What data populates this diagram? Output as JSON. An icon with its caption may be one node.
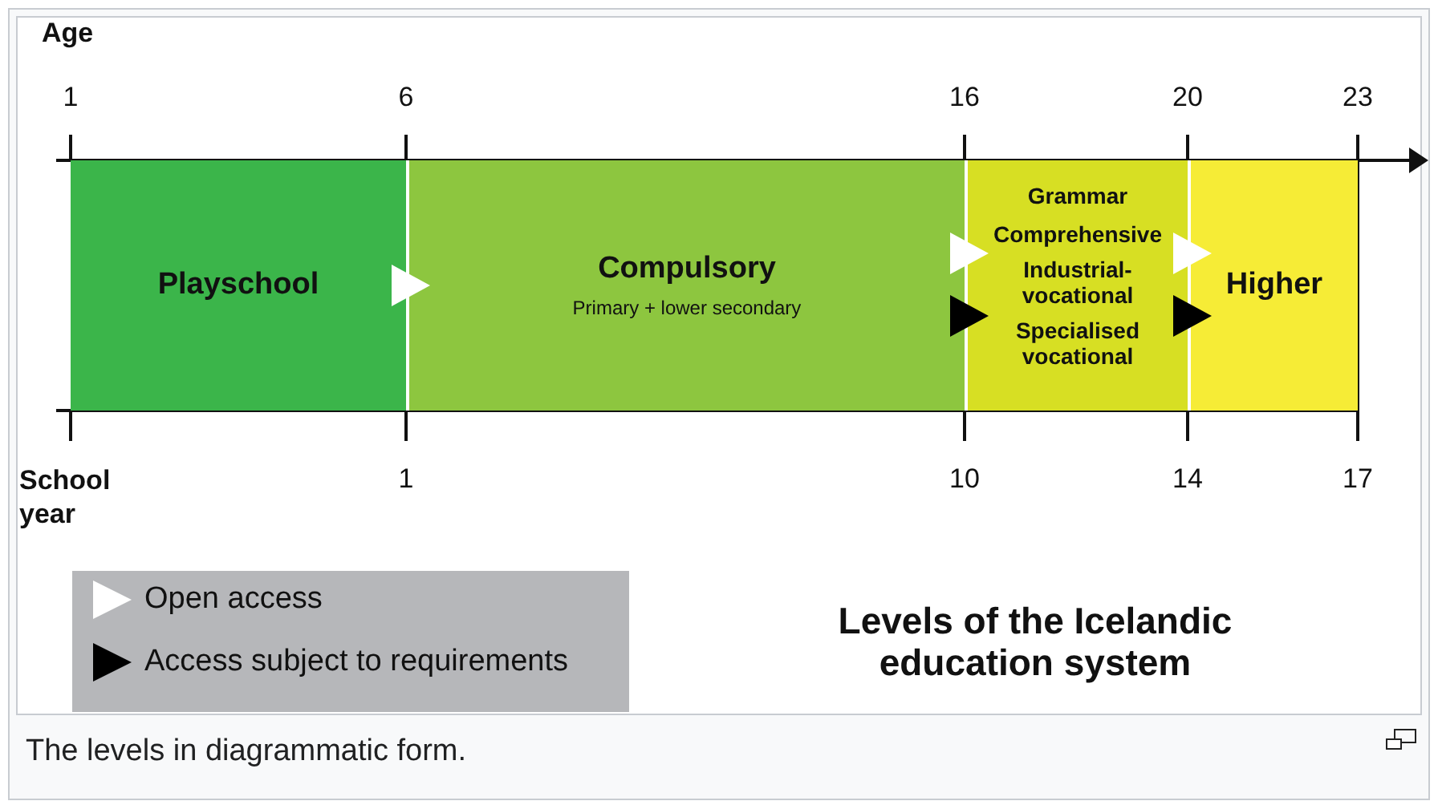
{
  "diagram": {
    "title": "Levels of the Icelandic education system",
    "caption": "The levels in diagrammatic form.",
    "nodes": [
      {
        "text": [
          "Playschool"
        ]
      },
      {
        "text": [
          "Compulsory",
          "Primary + lower secondary"
        ]
      },
      {
        "text": [
          "Grammar",
          "Comprehensive",
          "Industrial- vocational",
          "Specialised vocational"
        ]
      },
      {
        "text": [
          "Higher"
        ]
      }
    ],
    "edges": [
      {
        "from": 0,
        "to": 1,
        "arrow": "to",
        "color": "#ffffff"
      },
      {
        "from": 1,
        "to": 2,
        "arrow": "to",
        "color": "#ffffff"
      },
      {
        "from": 1,
        "to": 2,
        "arrow": "to",
        "color": "#000000"
      },
      {
        "from": 2,
        "to": 3,
        "arrow": "to",
        "color": "#ffffff"
      },
      {
        "from": 2,
        "to": 3,
        "arrow": "to",
        "color": "#000000"
      }
    ],
    "labels": [
      "Age",
      "1",
      "6",
      "16",
      "20",
      "23",
      "School year",
      "1",
      "10",
      "14",
      "17"
    ],
    "legend": [
      {
        "text": "Open access",
        "color": "#ffffff"
      },
      {
        "text": "Access subject to requirements",
        "color": "#000000"
      }
    ]
  }
}
